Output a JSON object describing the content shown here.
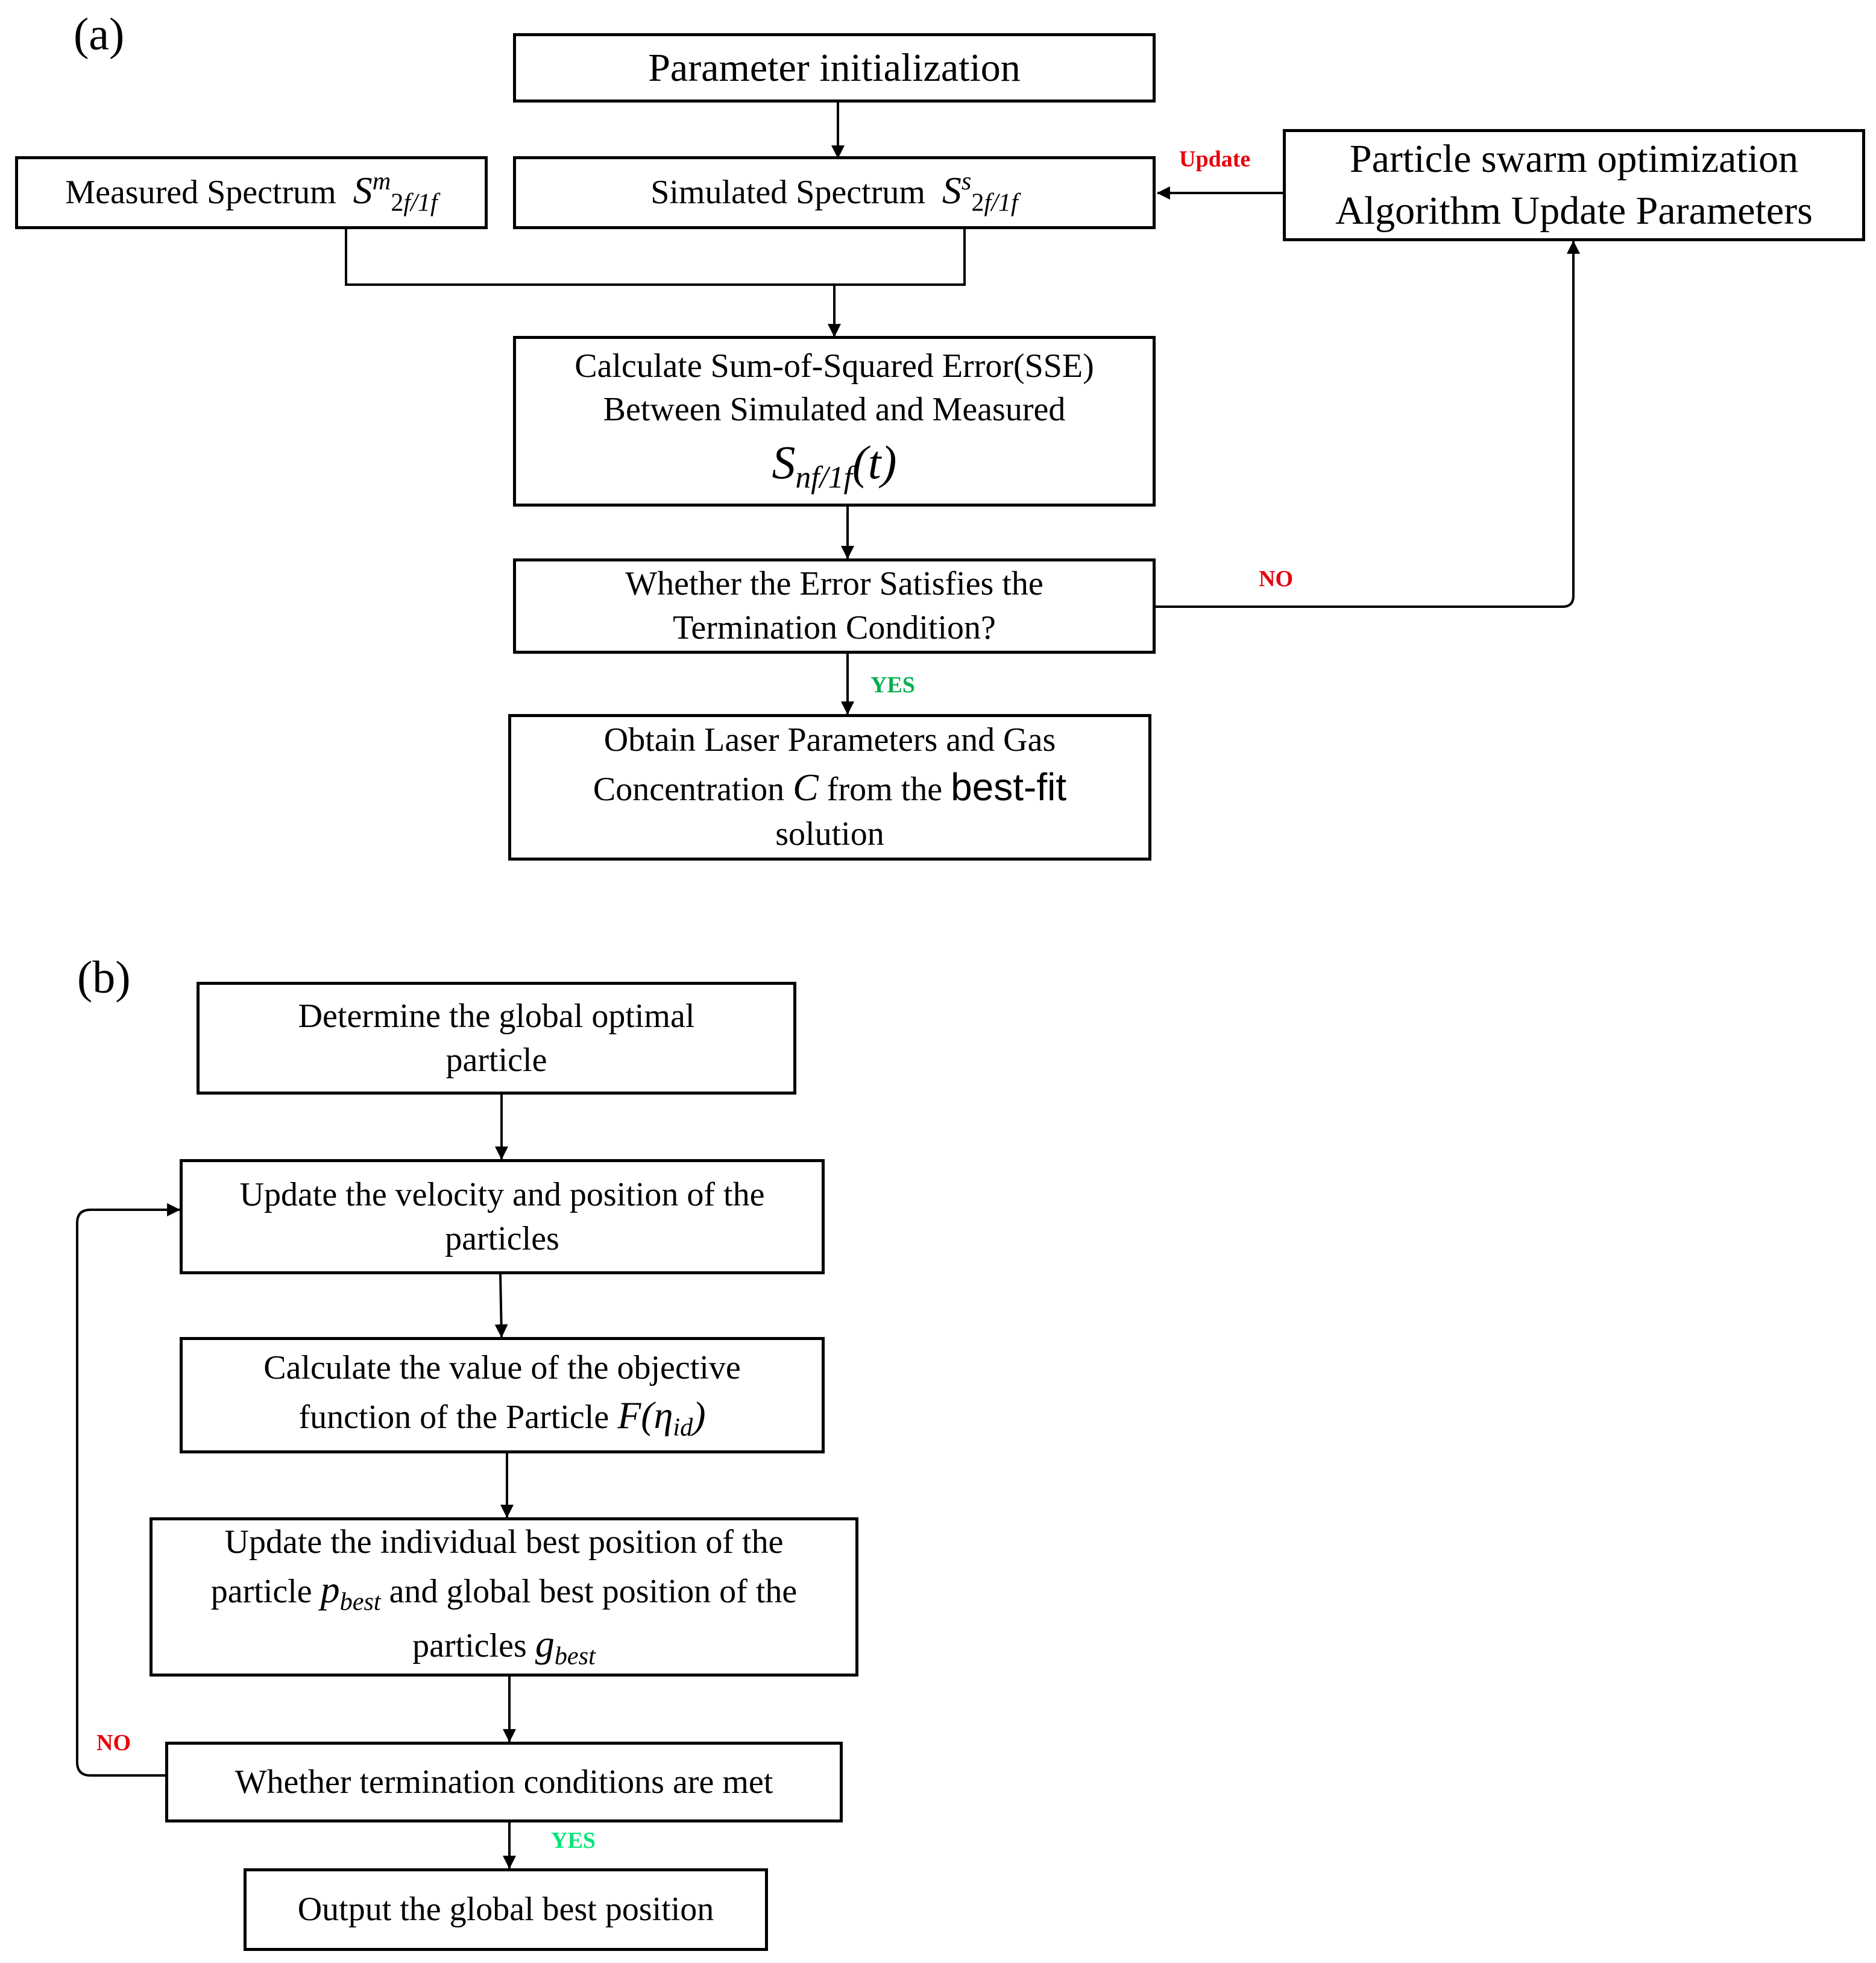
{
  "colors": {
    "update": "#e8000b",
    "no": "#e8000b",
    "yes_a": "#00b050",
    "yes_b": "#00e676"
  },
  "panel_a": {
    "label": "(a)",
    "init": "Parameter initialization",
    "measured": {
      "text": "Measured Spectrum",
      "sym": "S",
      "sup": "m",
      "sub_num": "2",
      "sub_frac": "f/1f"
    },
    "simulated": {
      "text": "Simulated Spectrum",
      "sym": "S",
      "sup": "s",
      "sub_num": "2",
      "sub_frac": "f/1f"
    },
    "pso": {
      "line1": "Particle swarm optimization",
      "line2": "Algorithm Update Parameters"
    },
    "calc": {
      "line1": "Calculate  Sum-of-Squared Error(SSE)",
      "line2": "Between Simulated and Measured",
      "sym": "S",
      "sub": "nf/1f",
      "arg": "(t)"
    },
    "check": {
      "line1": "Whether the Error Satisfies the",
      "line2": "Termination Condition?"
    },
    "obtain": {
      "line1": "Obtain Laser Parameters and Gas",
      "line2_pre": "Concentration",
      "line2_var": "C",
      "line2_mid": "from the",
      "line2_post": "best-fit",
      "line3": "solution"
    },
    "update_label": "Update",
    "no_label": "NO",
    "yes_label": "YES"
  },
  "panel_b": {
    "label": "(b)",
    "determine": {
      "line1": "Determine the global optimal",
      "line2": "particle"
    },
    "update_vp": {
      "line1": "Update the velocity and position of the",
      "line2": "particles"
    },
    "calc_obj": {
      "line1": "Calculate the value of the objective",
      "line2": "function of the Particle",
      "fn": "F",
      "arg": "η",
      "arg_sub": "id"
    },
    "update_best": {
      "line1": "Update the individual best position of the",
      "line2_pre": "particle",
      "p": "p",
      "p_sub": "best",
      "line2_post": "and global best position of the",
      "line3": "particles",
      "g": "g",
      "g_sub": "best"
    },
    "check": "Whether termination conditions are met",
    "output": "Output the global best position",
    "no_label": "NO",
    "yes_label": "YES"
  }
}
